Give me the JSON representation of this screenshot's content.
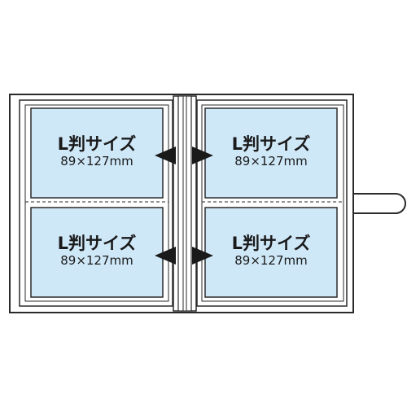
{
  "colors": {
    "outline": "#2a2a2a",
    "pocket_fill": "#cfe8f8",
    "cover_fill": "#ffffff",
    "arrow": "#1a1a1a"
  },
  "photos": [
    {
      "size_label": "L判サイズ",
      "dimension_label": "89×127mm"
    },
    {
      "size_label": "L判サイズ",
      "dimension_label": "89×127mm"
    },
    {
      "size_label": "L判サイズ",
      "dimension_label": "89×127mm"
    },
    {
      "size_label": "L判サイズ",
      "dimension_label": "89×127mm"
    }
  ],
  "icons": [
    "arrow-left-icon",
    "arrow-right-icon"
  ]
}
